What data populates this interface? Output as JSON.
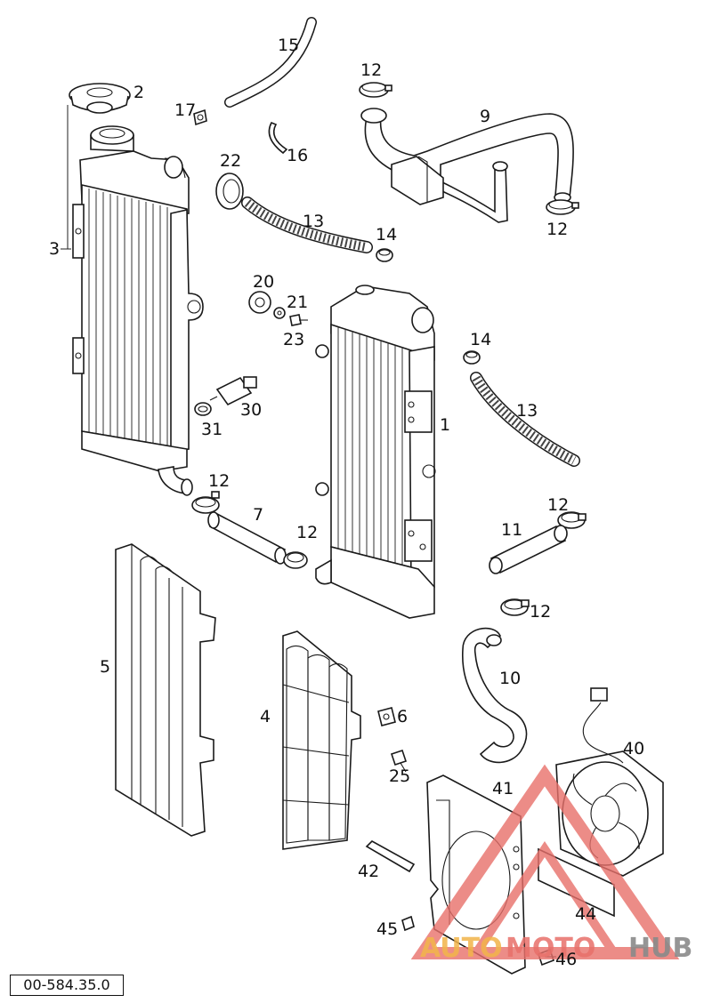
{
  "reference_code": "00-584.35.0",
  "watermark": {
    "word_1": "AUTO",
    "word_2": "MOTO",
    "word_3": "HUB",
    "colors": {
      "auto": "#f2b54a",
      "moto": "#e8706a",
      "hub": "#8a8a8a"
    }
  },
  "callouts": [
    {
      "id": "c15a",
      "label": "15"
    },
    {
      "id": "c2",
      "label": "2"
    },
    {
      "id": "c17",
      "label": "17"
    },
    {
      "id": "c16",
      "label": "16"
    },
    {
      "id": "c12a",
      "label": "12"
    },
    {
      "id": "c9",
      "label": "9"
    },
    {
      "id": "c12b",
      "label": "12"
    },
    {
      "id": "c22",
      "label": "22"
    },
    {
      "id": "c13a",
      "label": "13"
    },
    {
      "id": "c14a",
      "label": "14"
    },
    {
      "id": "c3",
      "label": "3"
    },
    {
      "id": "c20",
      "label": "20"
    },
    {
      "id": "c21",
      "label": "21"
    },
    {
      "id": "c23",
      "label": "23"
    },
    {
      "id": "c14b",
      "label": "14"
    },
    {
      "id": "c13b",
      "label": "13"
    },
    {
      "id": "c1",
      "label": "1"
    },
    {
      "id": "c30",
      "label": "30"
    },
    {
      "id": "c31",
      "label": "31"
    },
    {
      "id": "c12c",
      "label": "12"
    },
    {
      "id": "c7",
      "label": "7"
    },
    {
      "id": "c12d",
      "label": "12"
    },
    {
      "id": "c12e",
      "label": "12"
    },
    {
      "id": "c11",
      "label": "11"
    },
    {
      "id": "c12f",
      "label": "12"
    },
    {
      "id": "c5",
      "label": "5"
    },
    {
      "id": "c10",
      "label": "10"
    },
    {
      "id": "c4",
      "label": "4"
    },
    {
      "id": "c6",
      "label": "6"
    },
    {
      "id": "c40",
      "label": "40"
    },
    {
      "id": "c25",
      "label": "25"
    },
    {
      "id": "c41",
      "label": "41"
    },
    {
      "id": "c42",
      "label": "42"
    },
    {
      "id": "c44",
      "label": "44"
    },
    {
      "id": "c45",
      "label": "45"
    },
    {
      "id": "c46",
      "label": "46"
    }
  ]
}
